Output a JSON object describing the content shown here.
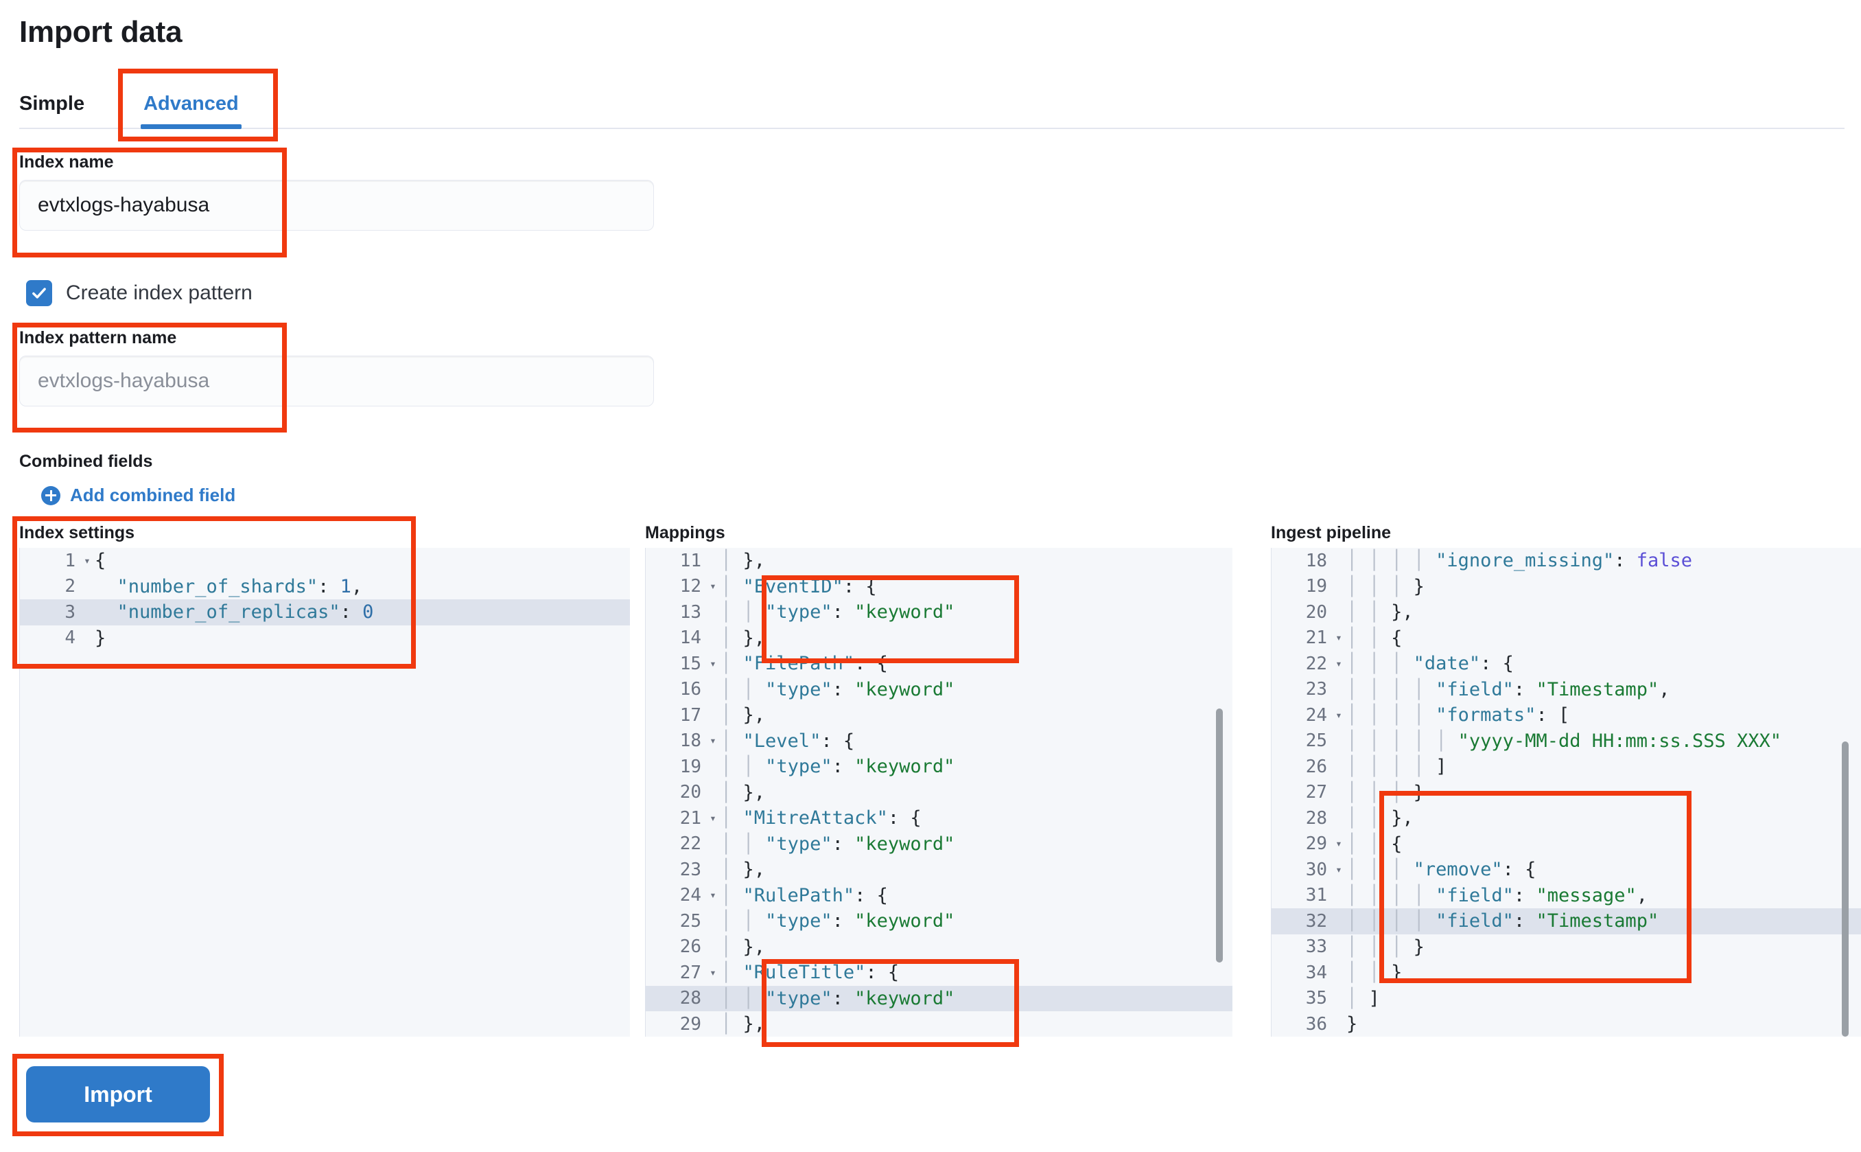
{
  "header": {
    "title": "Import data"
  },
  "tabs": [
    {
      "label": "Simple",
      "active": false
    },
    {
      "label": "Advanced",
      "active": true
    }
  ],
  "form": {
    "index_name": {
      "label": "Index name",
      "value": "evtxlogs-hayabusa"
    },
    "create_index_pattern": {
      "label": "Create index pattern",
      "checked": true
    },
    "index_pattern_name": {
      "label": "Index pattern name",
      "placeholder": "evtxlogs-hayabusa"
    },
    "combined_fields": {
      "label": "Combined fields",
      "add_label": "Add combined field"
    }
  },
  "editors": {
    "index_settings": {
      "title": "Index settings",
      "lines": [
        {
          "n": "1",
          "fold": true,
          "hl": false,
          "text": "{"
        },
        {
          "n": "2",
          "fold": false,
          "hl": false,
          "text": "  \"number_of_shards\": 1,"
        },
        {
          "n": "3",
          "fold": false,
          "hl": true,
          "text": "  \"number_of_replicas\": 0"
        },
        {
          "n": "4",
          "fold": false,
          "hl": false,
          "text": "}"
        }
      ]
    },
    "mappings": {
      "title": "Mappings",
      "lines": [
        {
          "n": "11",
          "fold": false,
          "hl": false,
          "text": "  },"
        },
        {
          "n": "12",
          "fold": true,
          "hl": false,
          "text": "  \"EventID\": {"
        },
        {
          "n": "13",
          "fold": false,
          "hl": false,
          "text": "    \"type\": \"keyword\""
        },
        {
          "n": "14",
          "fold": false,
          "hl": false,
          "text": "  },"
        },
        {
          "n": "15",
          "fold": true,
          "hl": false,
          "text": "  \"FilePath\": {"
        },
        {
          "n": "16",
          "fold": false,
          "hl": false,
          "text": "    \"type\": \"keyword\""
        },
        {
          "n": "17",
          "fold": false,
          "hl": false,
          "text": "  },"
        },
        {
          "n": "18",
          "fold": true,
          "hl": false,
          "text": "  \"Level\": {"
        },
        {
          "n": "19",
          "fold": false,
          "hl": false,
          "text": "    \"type\": \"keyword\""
        },
        {
          "n": "20",
          "fold": false,
          "hl": false,
          "text": "  },"
        },
        {
          "n": "21",
          "fold": true,
          "hl": false,
          "text": "  \"MitreAttack\": {"
        },
        {
          "n": "22",
          "fold": false,
          "hl": false,
          "text": "    \"type\": \"keyword\""
        },
        {
          "n": "23",
          "fold": false,
          "hl": false,
          "text": "  },"
        },
        {
          "n": "24",
          "fold": true,
          "hl": false,
          "text": "  \"RulePath\": {"
        },
        {
          "n": "25",
          "fold": false,
          "hl": false,
          "text": "    \"type\": \"keyword\""
        },
        {
          "n": "26",
          "fold": false,
          "hl": false,
          "text": "  },"
        },
        {
          "n": "27",
          "fold": true,
          "hl": false,
          "text": "  \"RuleTitle\": {"
        },
        {
          "n": "28",
          "fold": false,
          "hl": true,
          "text": "    \"type\": \"keyword\""
        },
        {
          "n": "29",
          "fold": false,
          "hl": false,
          "text": "  },"
        }
      ]
    },
    "ingest_pipeline": {
      "title": "Ingest pipeline",
      "lines": [
        {
          "n": "18",
          "fold": false,
          "hl": false,
          "text": "        \"ignore_missing\": false"
        },
        {
          "n": "19",
          "fold": false,
          "hl": false,
          "text": "      }"
        },
        {
          "n": "20",
          "fold": false,
          "hl": false,
          "text": "    },"
        },
        {
          "n": "21",
          "fold": true,
          "hl": false,
          "text": "    {"
        },
        {
          "n": "22",
          "fold": true,
          "hl": false,
          "text": "      \"date\": {"
        },
        {
          "n": "23",
          "fold": false,
          "hl": false,
          "text": "        \"field\": \"Timestamp\","
        },
        {
          "n": "24",
          "fold": true,
          "hl": false,
          "text": "        \"formats\": ["
        },
        {
          "n": "25",
          "fold": false,
          "hl": false,
          "text": "          \"yyyy-MM-dd HH:mm:ss.SSS XXX\""
        },
        {
          "n": "26",
          "fold": false,
          "hl": false,
          "text": "        ]"
        },
        {
          "n": "27",
          "fold": false,
          "hl": false,
          "text": "      }"
        },
        {
          "n": "28",
          "fold": false,
          "hl": false,
          "text": "    },"
        },
        {
          "n": "29",
          "fold": true,
          "hl": false,
          "text": "    {"
        },
        {
          "n": "30",
          "fold": true,
          "hl": false,
          "text": "      \"remove\": {"
        },
        {
          "n": "31",
          "fold": false,
          "hl": false,
          "text": "        \"field\": \"message\","
        },
        {
          "n": "32",
          "fold": false,
          "hl": true,
          "text": "        \"field\": \"Timestamp\""
        },
        {
          "n": "33",
          "fold": false,
          "hl": false,
          "text": "      }"
        },
        {
          "n": "34",
          "fold": false,
          "hl": false,
          "text": "    }"
        },
        {
          "n": "35",
          "fold": false,
          "hl": false,
          "text": "  ]"
        },
        {
          "n": "36",
          "fold": false,
          "hl": false,
          "text": "}"
        }
      ]
    }
  },
  "actions": {
    "import_label": "Import"
  },
  "colors": {
    "accent": "#2f7ac9",
    "annotation": "#f0390f",
    "string": "#1a7a34",
    "key": "#2f7999",
    "boolean": "#5b4fd6"
  }
}
